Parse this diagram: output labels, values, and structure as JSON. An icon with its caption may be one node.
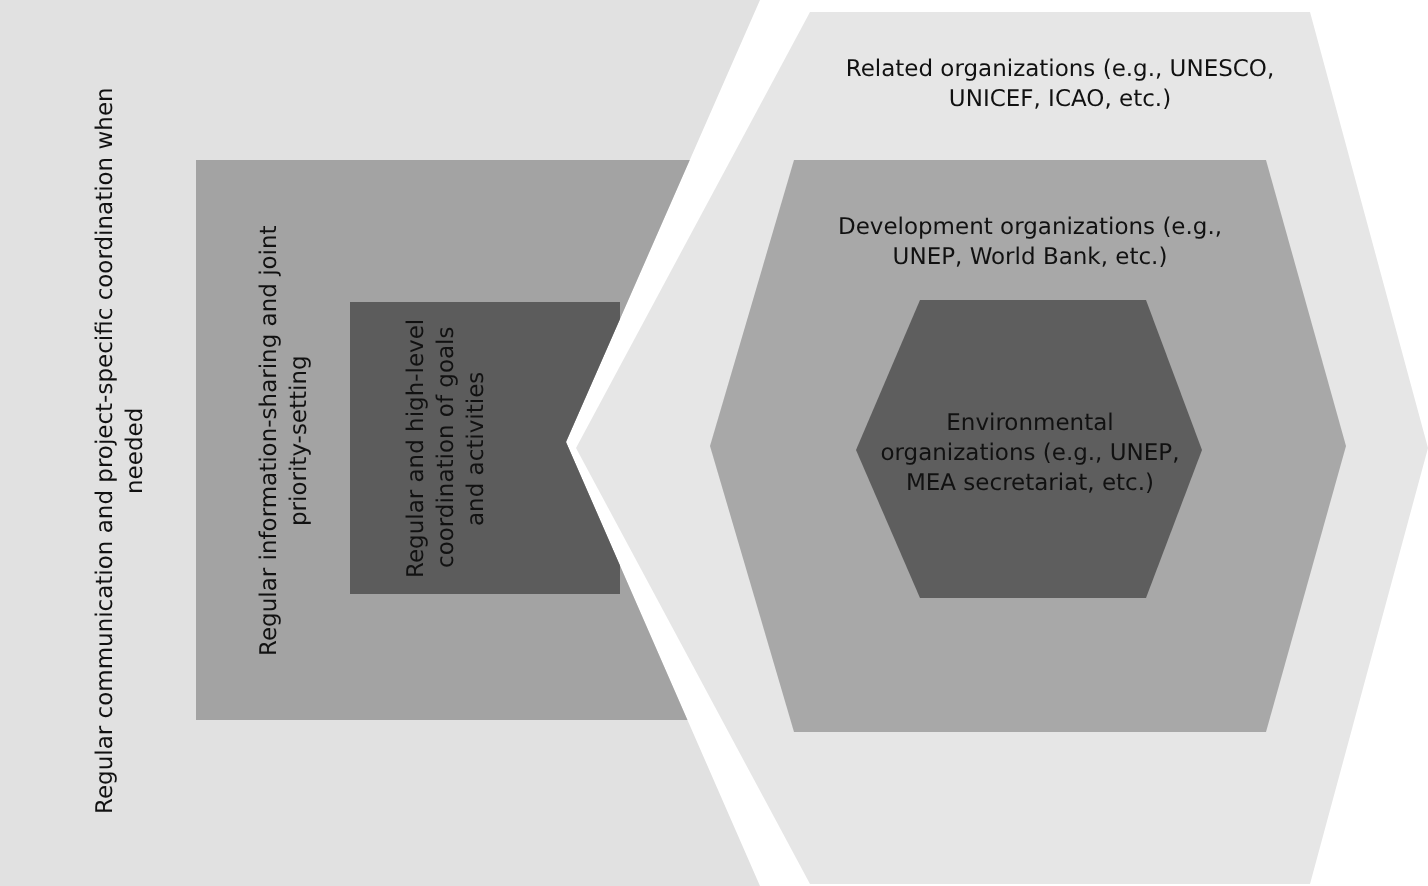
{
  "diagram": {
    "nodes": [
      {
        "text": [
          "Regular communication and project-specific coordination when needed"
        ]
      },
      {
        "text": [
          "Regular information-sharing and joint priority-setting"
        ],
        "in": 0
      },
      {
        "text": [
          "Regular and high-level coordination of goals and activities"
        ],
        "in": 1
      },
      {
        "text": [
          "Related organizations (e.g., UNESCO, UNICEF, ICAO, etc.)"
        ]
      },
      {
        "text": [
          "Development organizations (e.g., UNEP, World Bank, etc.)"
        ],
        "in": 3
      },
      {
        "text": [
          "Environmental organizations (e.g., UNEP, MEA secretariat, etc.)"
        ],
        "in": 4
      }
    ],
    "edges": []
  }
}
